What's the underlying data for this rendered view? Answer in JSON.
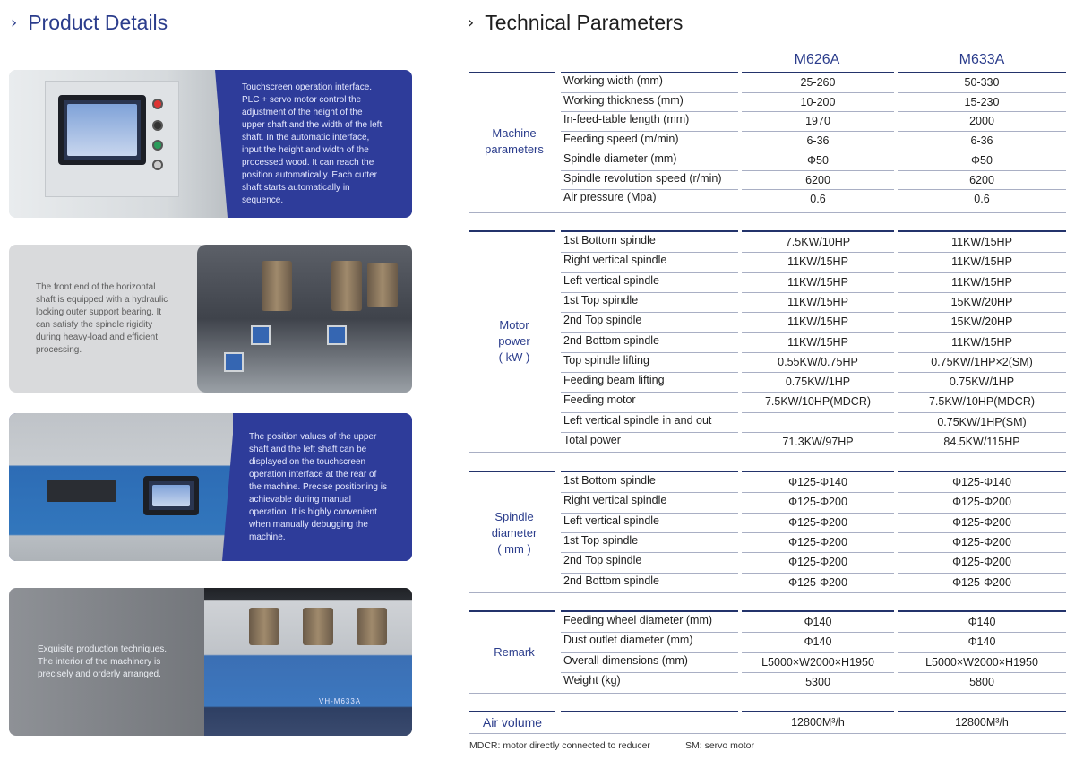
{
  "product_details": {
    "title": "Product Details",
    "cards": [
      {
        "text": "Touchscreen operation interface. PLC + servo motor control the adjustment of the height of the upper shaft and the width of the left shaft. In the automatic interface, input the height and width of the processed wood. It can reach the position automatically. Each cutter shaft starts automatically in sequence."
      },
      {
        "text": "The front end of the horizontal shaft is equipped with a hydraulic locking outer support bearing. It can satisfy the spindle rigidity during heavy-load and efficient processing."
      },
      {
        "text": "The position values of the upper shaft and the left shaft can be displayed on the touchscreen operation interface at the rear of the machine. Precise positioning is achievable during manual operation. It is highly convenient when manually debugging the machine."
      },
      {
        "text": "Exquisite production techniques. The interior of the machinery is precisely and orderly arranged."
      }
    ],
    "machine_label": "VH-M633A"
  },
  "technical": {
    "title": "Technical Parameters",
    "models": [
      "M626A",
      "M633A"
    ],
    "sections": [
      {
        "label": [
          "Machine",
          "parameters"
        ],
        "rows": [
          [
            "Working width (mm)",
            "25-260",
            "50-330"
          ],
          [
            "Working thickness (mm)",
            "10-200",
            "15-230"
          ],
          [
            "In-feed-table length (mm)",
            "1970",
            "2000"
          ],
          [
            "Feeding speed (m/min)",
            "6-36",
            "6-36"
          ],
          [
            "Spindle diameter (mm)",
            "Φ50",
            "Φ50"
          ],
          [
            "Spindle revolution speed (r/min)",
            "6200",
            "6200"
          ],
          [
            "Air pressure (Mpa)",
            "0.6",
            "0.6"
          ]
        ]
      },
      {
        "label": [
          "Motor",
          "power",
          "( kW )"
        ],
        "rows": [
          [
            "1st Bottom spindle",
            "7.5KW/10HP",
            "11KW/15HP"
          ],
          [
            "Right vertical spindle",
            "11KW/15HP",
            "11KW/15HP"
          ],
          [
            "Left vertical spindle",
            "11KW/15HP",
            "11KW/15HP"
          ],
          [
            "1st Top spindle",
            "11KW/15HP",
            "15KW/20HP"
          ],
          [
            "2nd Top spindle",
            "11KW/15HP",
            "15KW/20HP"
          ],
          [
            "2nd Bottom spindle",
            "11KW/15HP",
            "11KW/15HP"
          ],
          [
            "Top spindle lifting",
            "0.55KW/0.75HP",
            "0.75KW/1HP×2(SM)"
          ],
          [
            "Feeding beam lifting",
            "0.75KW/1HP",
            "0.75KW/1HP"
          ],
          [
            "Feeding motor",
            "7.5KW/10HP(MDCR)",
            "7.5KW/10HP(MDCR)"
          ],
          [
            "Left vertical spindle in and out",
            "",
            "0.75KW/1HP(SM)"
          ],
          [
            "Total power",
            "71.3KW/97HP",
            "84.5KW/115HP"
          ]
        ]
      },
      {
        "label": [
          "Spindle",
          "diameter",
          "( mm )"
        ],
        "rows": [
          [
            "1st Bottom spindle",
            "Φ125-Φ140",
            "Φ125-Φ140"
          ],
          [
            "Right vertical spindle",
            "Φ125-Φ200",
            "Φ125-Φ200"
          ],
          [
            "Left vertical spindle",
            "Φ125-Φ200",
            "Φ125-Φ200"
          ],
          [
            "1st Top spindle",
            "Φ125-Φ200",
            "Φ125-Φ200"
          ],
          [
            "2nd Top spindle",
            "Φ125-Φ200",
            "Φ125-Φ200"
          ],
          [
            "2nd Bottom spindle",
            "Φ125-Φ200",
            "Φ125-Φ200"
          ]
        ]
      },
      {
        "label": [
          "Remark"
        ],
        "rows": [
          [
            "Feeding wheel diameter (mm)",
            "Φ140",
            "Φ140"
          ],
          [
            "Dust outlet diameter (mm)",
            "Φ140",
            "Φ140"
          ],
          [
            "Overall dimensions (mm)",
            "L5000×W2000×H1950",
            "L5000×W2000×H1950"
          ],
          [
            "Weight (kg)",
            "5300",
            "5800"
          ]
        ]
      },
      {
        "label": [
          "Air volume"
        ],
        "rows": [
          [
            "",
            "12800M³/h",
            "12800M³/h"
          ]
        ]
      }
    ],
    "footnotes": [
      "MDCR:  motor directly connected to reducer",
      "SM: servo motor"
    ]
  },
  "colors": {
    "brand_blue": "#2e3c9a",
    "title_blue": "#2b3d8c",
    "rule_dark": "#23336b"
  }
}
